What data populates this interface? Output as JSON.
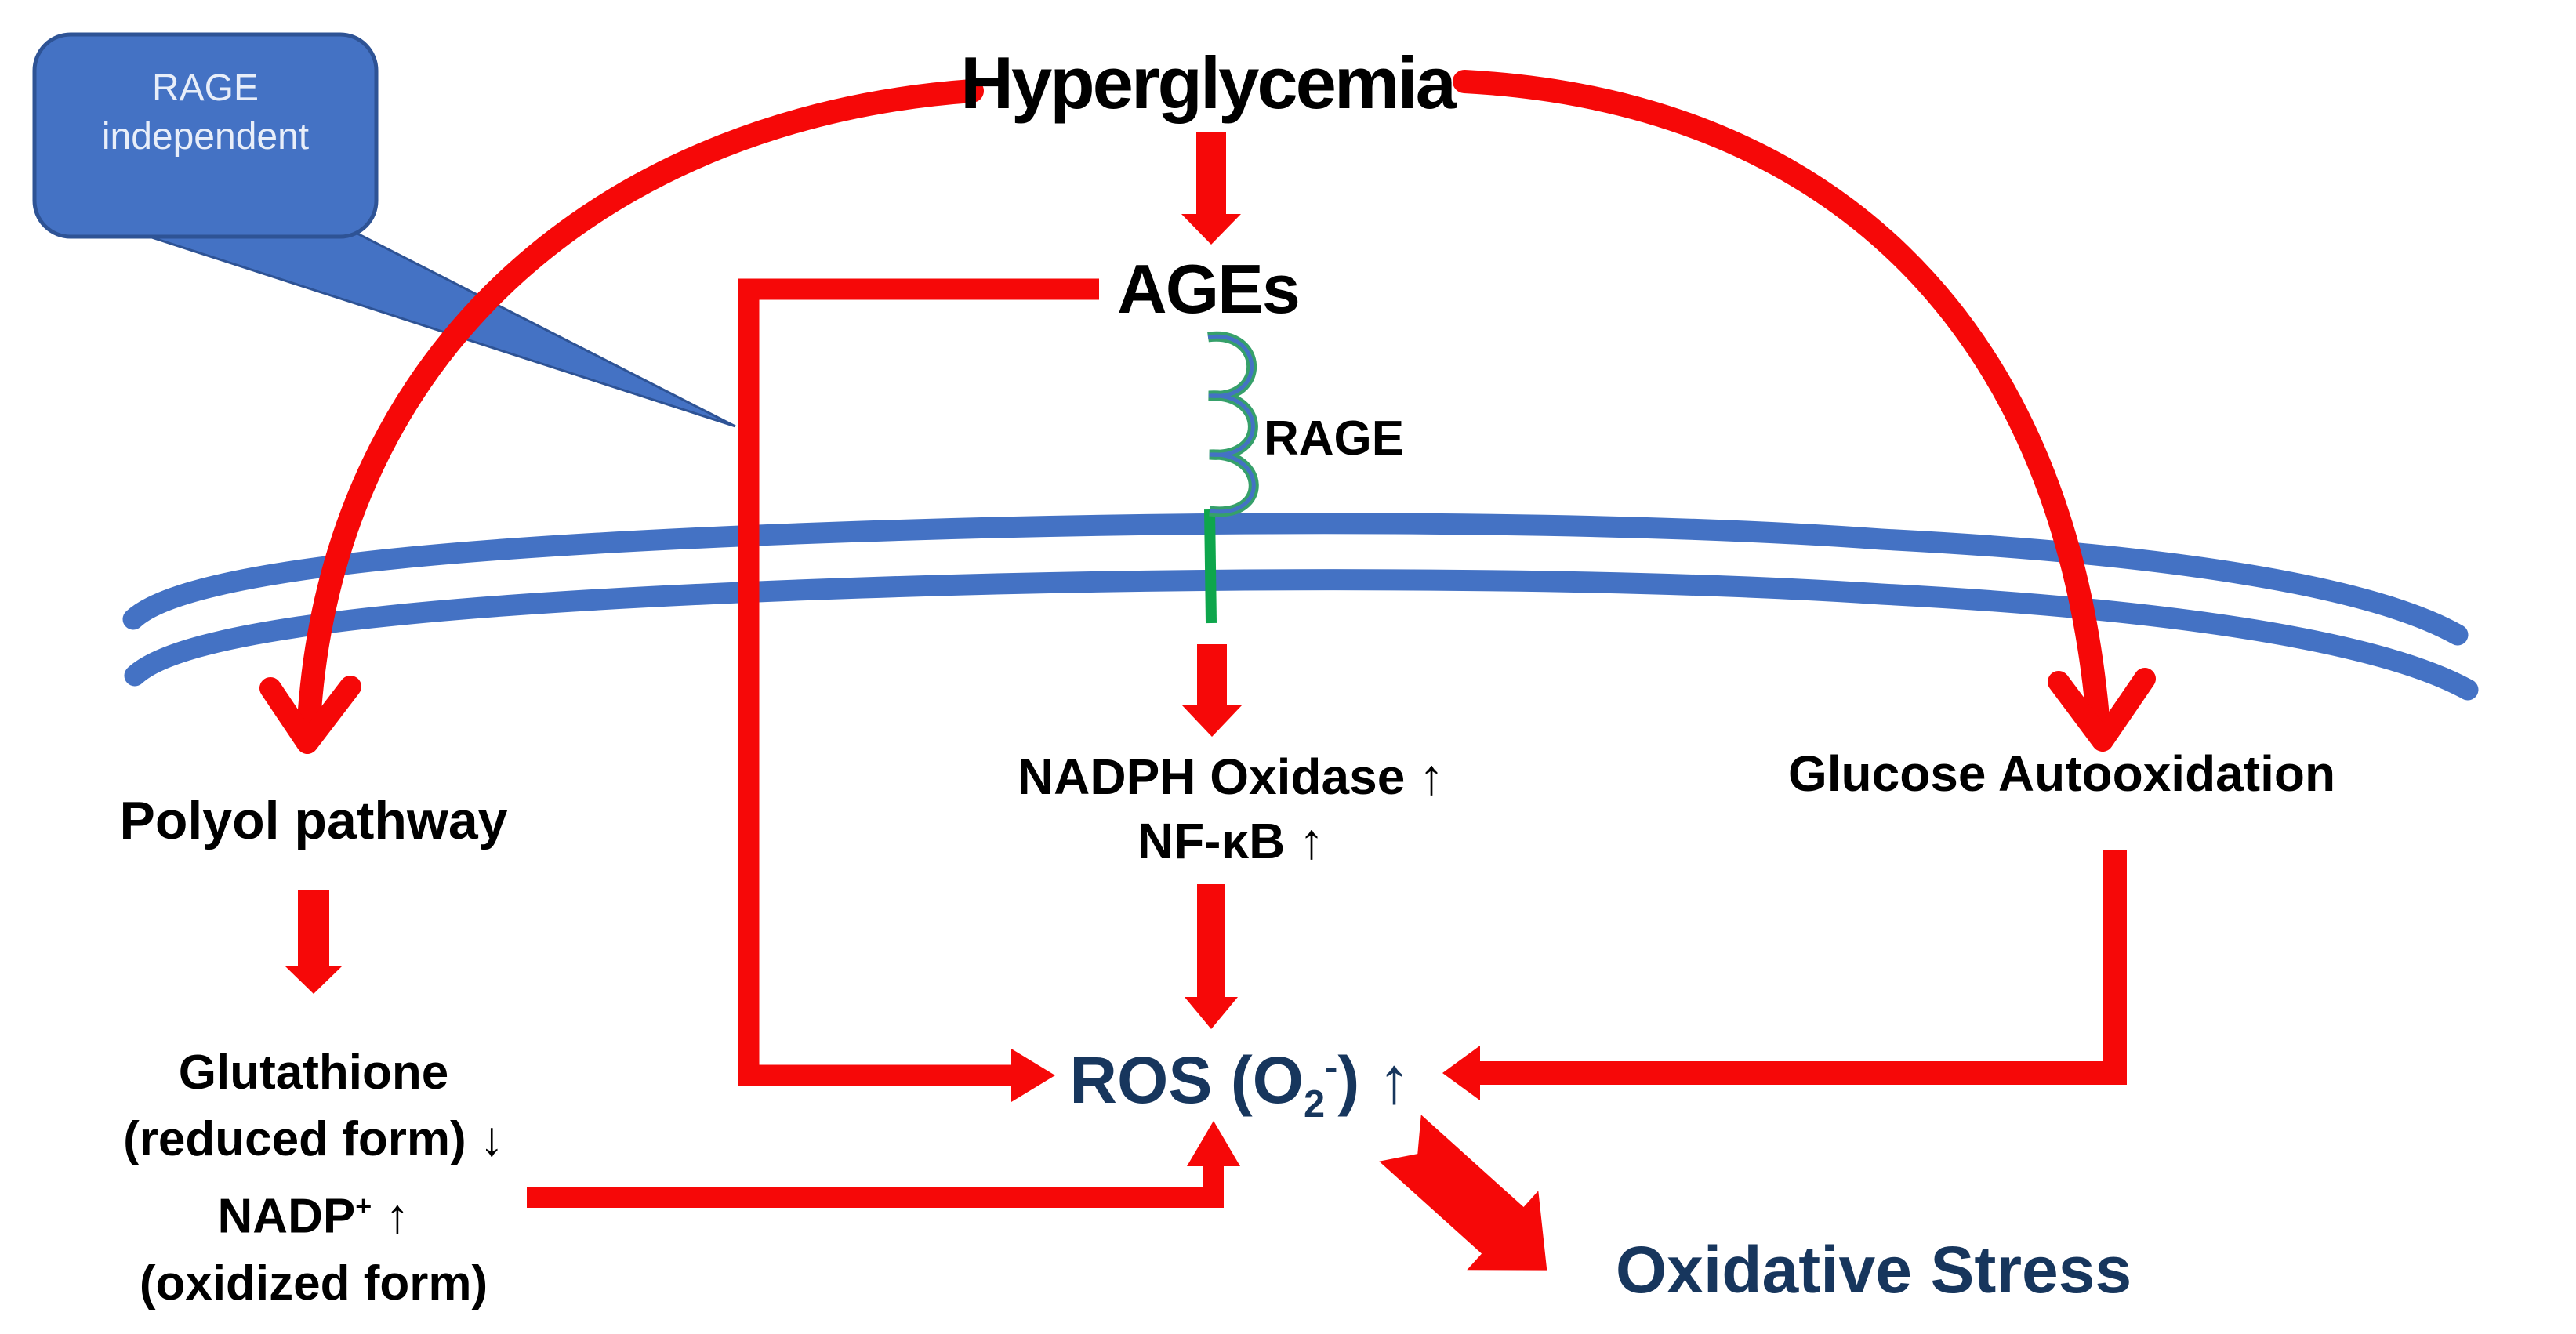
{
  "diagram_title_implicit": "Hyperglycemia-induced oxidative stress pathways",
  "colors": {
    "arrow_red": "#F60808",
    "membrane_blue": "#4472C4",
    "bubble_fill": "#4472C4",
    "bubble_border": "#2E5395",
    "navy_text": "#17365D",
    "receptor_green": "#0EA64C",
    "coil_green": "#36A06A",
    "black_text": "#000000"
  },
  "bubble": {
    "line1": "RAGE",
    "line2": "independent"
  },
  "nodes": {
    "hyperglycemia": "Hyperglycemia",
    "ages": "AGEs",
    "rage_receptor": "RAGE",
    "nadph_oxidase": "NADPH Oxidase ↑",
    "nf_kb": "NF-κB ↑",
    "polyol": "Polyol pathway",
    "glucose_autooxidation": "Glucose Autooxidation",
    "glutathione_line1": "Glutathione",
    "glutathione_line2": "(reduced form) ↓",
    "nadp_base": "NADP",
    "nadp_sup": "+",
    "nadp_arrow": " ↑",
    "glutathione_line4": "(oxidized form)",
    "ros_prefix": "ROS (O",
    "ros_sub": "2",
    "ros_sup": "-",
    "ros_close": ") ",
    "ros_arrow": "↑",
    "oxidative_stress": "Oxidative Stress"
  }
}
